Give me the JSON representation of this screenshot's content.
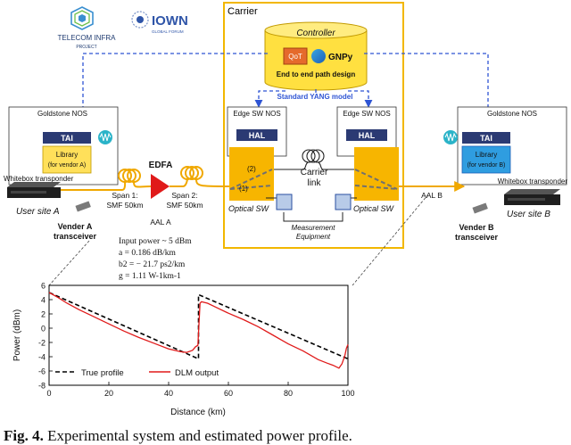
{
  "logos": {
    "tip_line1": "TELECOM INFRA",
    "tip_line2": "PROJECT",
    "iown": "IOWN",
    "iown_sub": "GLOBAL FORUM"
  },
  "carrier": {
    "title": "Carrier",
    "controller_title": "Controller",
    "qot": "QoT",
    "gnpy": "GNPy",
    "e2e": "End to end path design",
    "yang": "Standard YANG model",
    "edge_left": "Edge SW NOS",
    "edge_right": "Edge SW NOS",
    "hal_left": "HAL",
    "hal_right": "HAL",
    "carrier_link_1": "Carrier",
    "carrier_link_2": "link",
    "optical_sw_left": "Optical SW",
    "optical_sw_right": "Optical SW",
    "meas_1": "Measurement",
    "meas_2": "Equipment",
    "marker_1": "(1)",
    "marker_2": "(2)"
  },
  "site_a": {
    "nos": "Goldstone NOS",
    "tai": "TAI",
    "library_1": "Library",
    "library_2": "(for vendor A)",
    "whitebox": "Whitebox transponder",
    "user_site": "User site A",
    "vendor_1": "Vender A",
    "vendor_2": "transceiver"
  },
  "site_b": {
    "nos": "Goldstone NOS",
    "tai": "TAI",
    "library_1": "Library",
    "library_2": "(for vendor B)",
    "whitebox": "Whitebox transponder",
    "user_site": "User site B",
    "vendor_1": "Vender B",
    "vendor_2": "transceiver"
  },
  "link": {
    "edfa": "EDFA",
    "span1_1": "Span 1:",
    "span1_2": "SMF 50km",
    "span2_1": "Span 2:",
    "span2_2": "SMF 50km",
    "aal_a": "AAL A",
    "aal_b": "AAL B"
  },
  "params": {
    "line1": "Input power ~ 5 dBm",
    "line2": "a = 0.186 dB/km",
    "line3": "b2 = − 21.7 ps2/km",
    "line4": "g = 1.11 W-1km-1"
  },
  "chart_data": {
    "type": "line",
    "xlabel": "Distance (km)",
    "ylabel": "Power (dBm)",
    "xlim": [
      0,
      100
    ],
    "ylim": [
      -8,
      6
    ],
    "xticks": [
      "0",
      "20",
      "40",
      "60",
      "80",
      "100"
    ],
    "yticks": [
      "6",
      "4",
      "2",
      "0",
      "-2",
      "-4",
      "-6",
      "-8"
    ],
    "legend_placement": "bottom-left",
    "grid": false,
    "series": [
      {
        "name": "True profile",
        "color": "#000000",
        "dash": true,
        "x": [
          0,
          50,
          50,
          100
        ],
        "y": [
          5.0,
          -4.3,
          4.7,
          -4.3
        ]
      },
      {
        "name": "DLM output",
        "color": "#e01a1a",
        "dash": false,
        "x": [
          0,
          3,
          6,
          10,
          15,
          20,
          25,
          30,
          35,
          40,
          44,
          46,
          48,
          49,
          49.8,
          50.5,
          51,
          53,
          56,
          60,
          65,
          70,
          75,
          80,
          85,
          90,
          93,
          95,
          96,
          97,
          98,
          99,
          99.5,
          100
        ],
        "y": [
          5.0,
          4.3,
          3.5,
          2.6,
          1.6,
          0.6,
          -0.4,
          -1.3,
          -2.1,
          -2.9,
          -3.3,
          -3.4,
          -3.1,
          -2.6,
          -2.4,
          3.5,
          3.7,
          3.5,
          2.9,
          2.1,
          1.2,
          0.2,
          -1.0,
          -2.2,
          -3.2,
          -4.4,
          -4.9,
          -5.2,
          -5.4,
          -5.6,
          -5.0,
          -3.8,
          -2.8,
          -2.3
        ]
      }
    ]
  },
  "caption": {
    "label": "Fig. 4.",
    "text": " Experimental system and estimated power profile."
  }
}
